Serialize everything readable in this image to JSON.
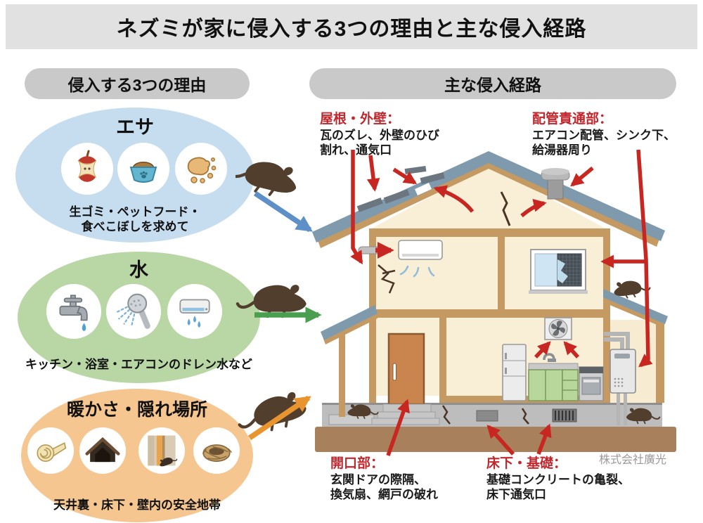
{
  "title": "ネズミが家に侵入する3つの理由と主な侵入経路",
  "credit": "株式会社廣光",
  "left_panel": {
    "header": "侵入する3つの理由",
    "reasons": [
      {
        "title": "エサ",
        "caption_lines": [
          "生ゴミ・ペットフード・",
          "食べこぼしを求めて"
        ],
        "icons": [
          "apple-core-icon",
          "pet-food-bowl-icon",
          "crumbs-icon"
        ]
      },
      {
        "title": "水",
        "caption_lines": [
          "キッチン・浴室・エアコンのドレン水など"
        ],
        "icons": [
          "faucet-icon",
          "shower-icon",
          "ac-drain-icon"
        ]
      },
      {
        "title": "暖かさ・隠れ場所",
        "caption_lines": [
          "天井裏・床下・壁内の安全地帯"
        ],
        "icons": [
          "insulation-roll-icon",
          "attic-icon",
          "wall-cavity-icon",
          "nest-icon"
        ]
      }
    ]
  },
  "right_panel": {
    "header": "主な侵入経路",
    "entry_points": [
      {
        "title": "屋根・外壁：",
        "lines": [
          "瓦のズレ、外壁のひび",
          "割れ、通気口"
        ]
      },
      {
        "title": "配管責通部：",
        "lines": [
          "エアコン配管、シンク下、",
          "給湯器周り"
        ]
      },
      {
        "title": "開口部：",
        "lines": [
          "玄関ドアの際隔、",
          "換気扇、網戸の破れ"
        ]
      },
      {
        "title": "床下・基礎：",
        "lines": [
          "基礎コンクリートの亀裂、",
          "床下通気口"
        ]
      }
    ]
  },
  "colors": {
    "title_bar_bg": "#e1e1e1",
    "header_pill_bg": "#c9c9c9",
    "accent_red": "#c1272d",
    "arrow_red": "#c82620",
    "reason_food_bg": "#c6ddef",
    "reason_water_bg": "#b9d6a5",
    "reason_warmth_bg": "#f6c690",
    "arrow_food": "#5e8fc6",
    "arrow_water": "#4a9e50",
    "arrow_warmth": "#e8952f",
    "roof_blue": "#7e9aac",
    "wood_tan": "#c49a62",
    "wall_cream": "#f9eed6",
    "foundation_gray": "#bdbdbd",
    "ground_brown": "#a8805c",
    "mouse_brown": "#523e2d"
  }
}
